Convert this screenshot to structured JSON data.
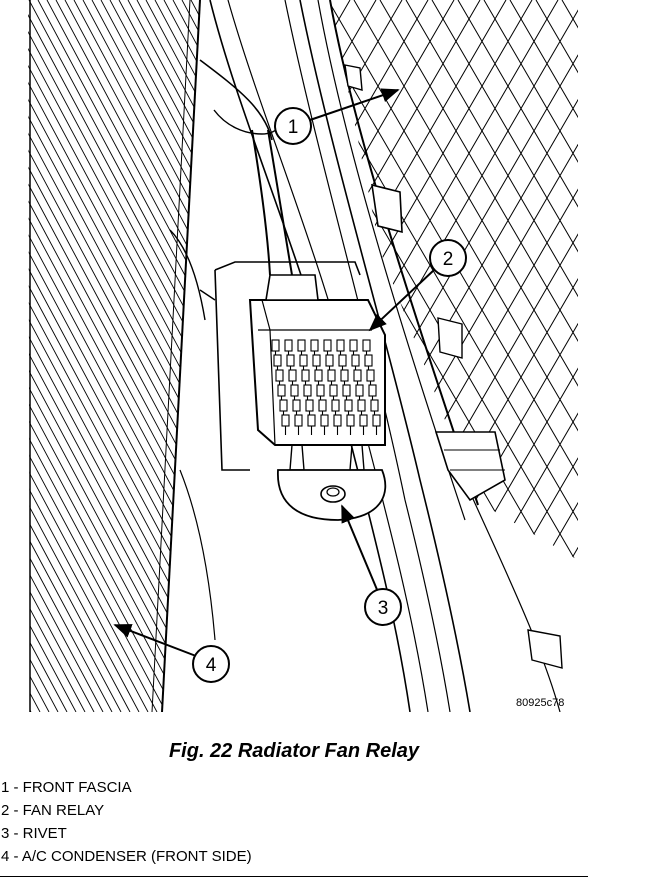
{
  "figure": {
    "image_code": "80925c78",
    "callouts": [
      "1",
      "2",
      "3",
      "4"
    ]
  },
  "caption": "Fig. 22 Radiator Fan Relay",
  "legend": [
    "1 - FRONT FASCIA",
    "2 - FAN RELAY",
    "3 - RIVET",
    "4 - A/C CONDENSER (FRONT SIDE)"
  ]
}
